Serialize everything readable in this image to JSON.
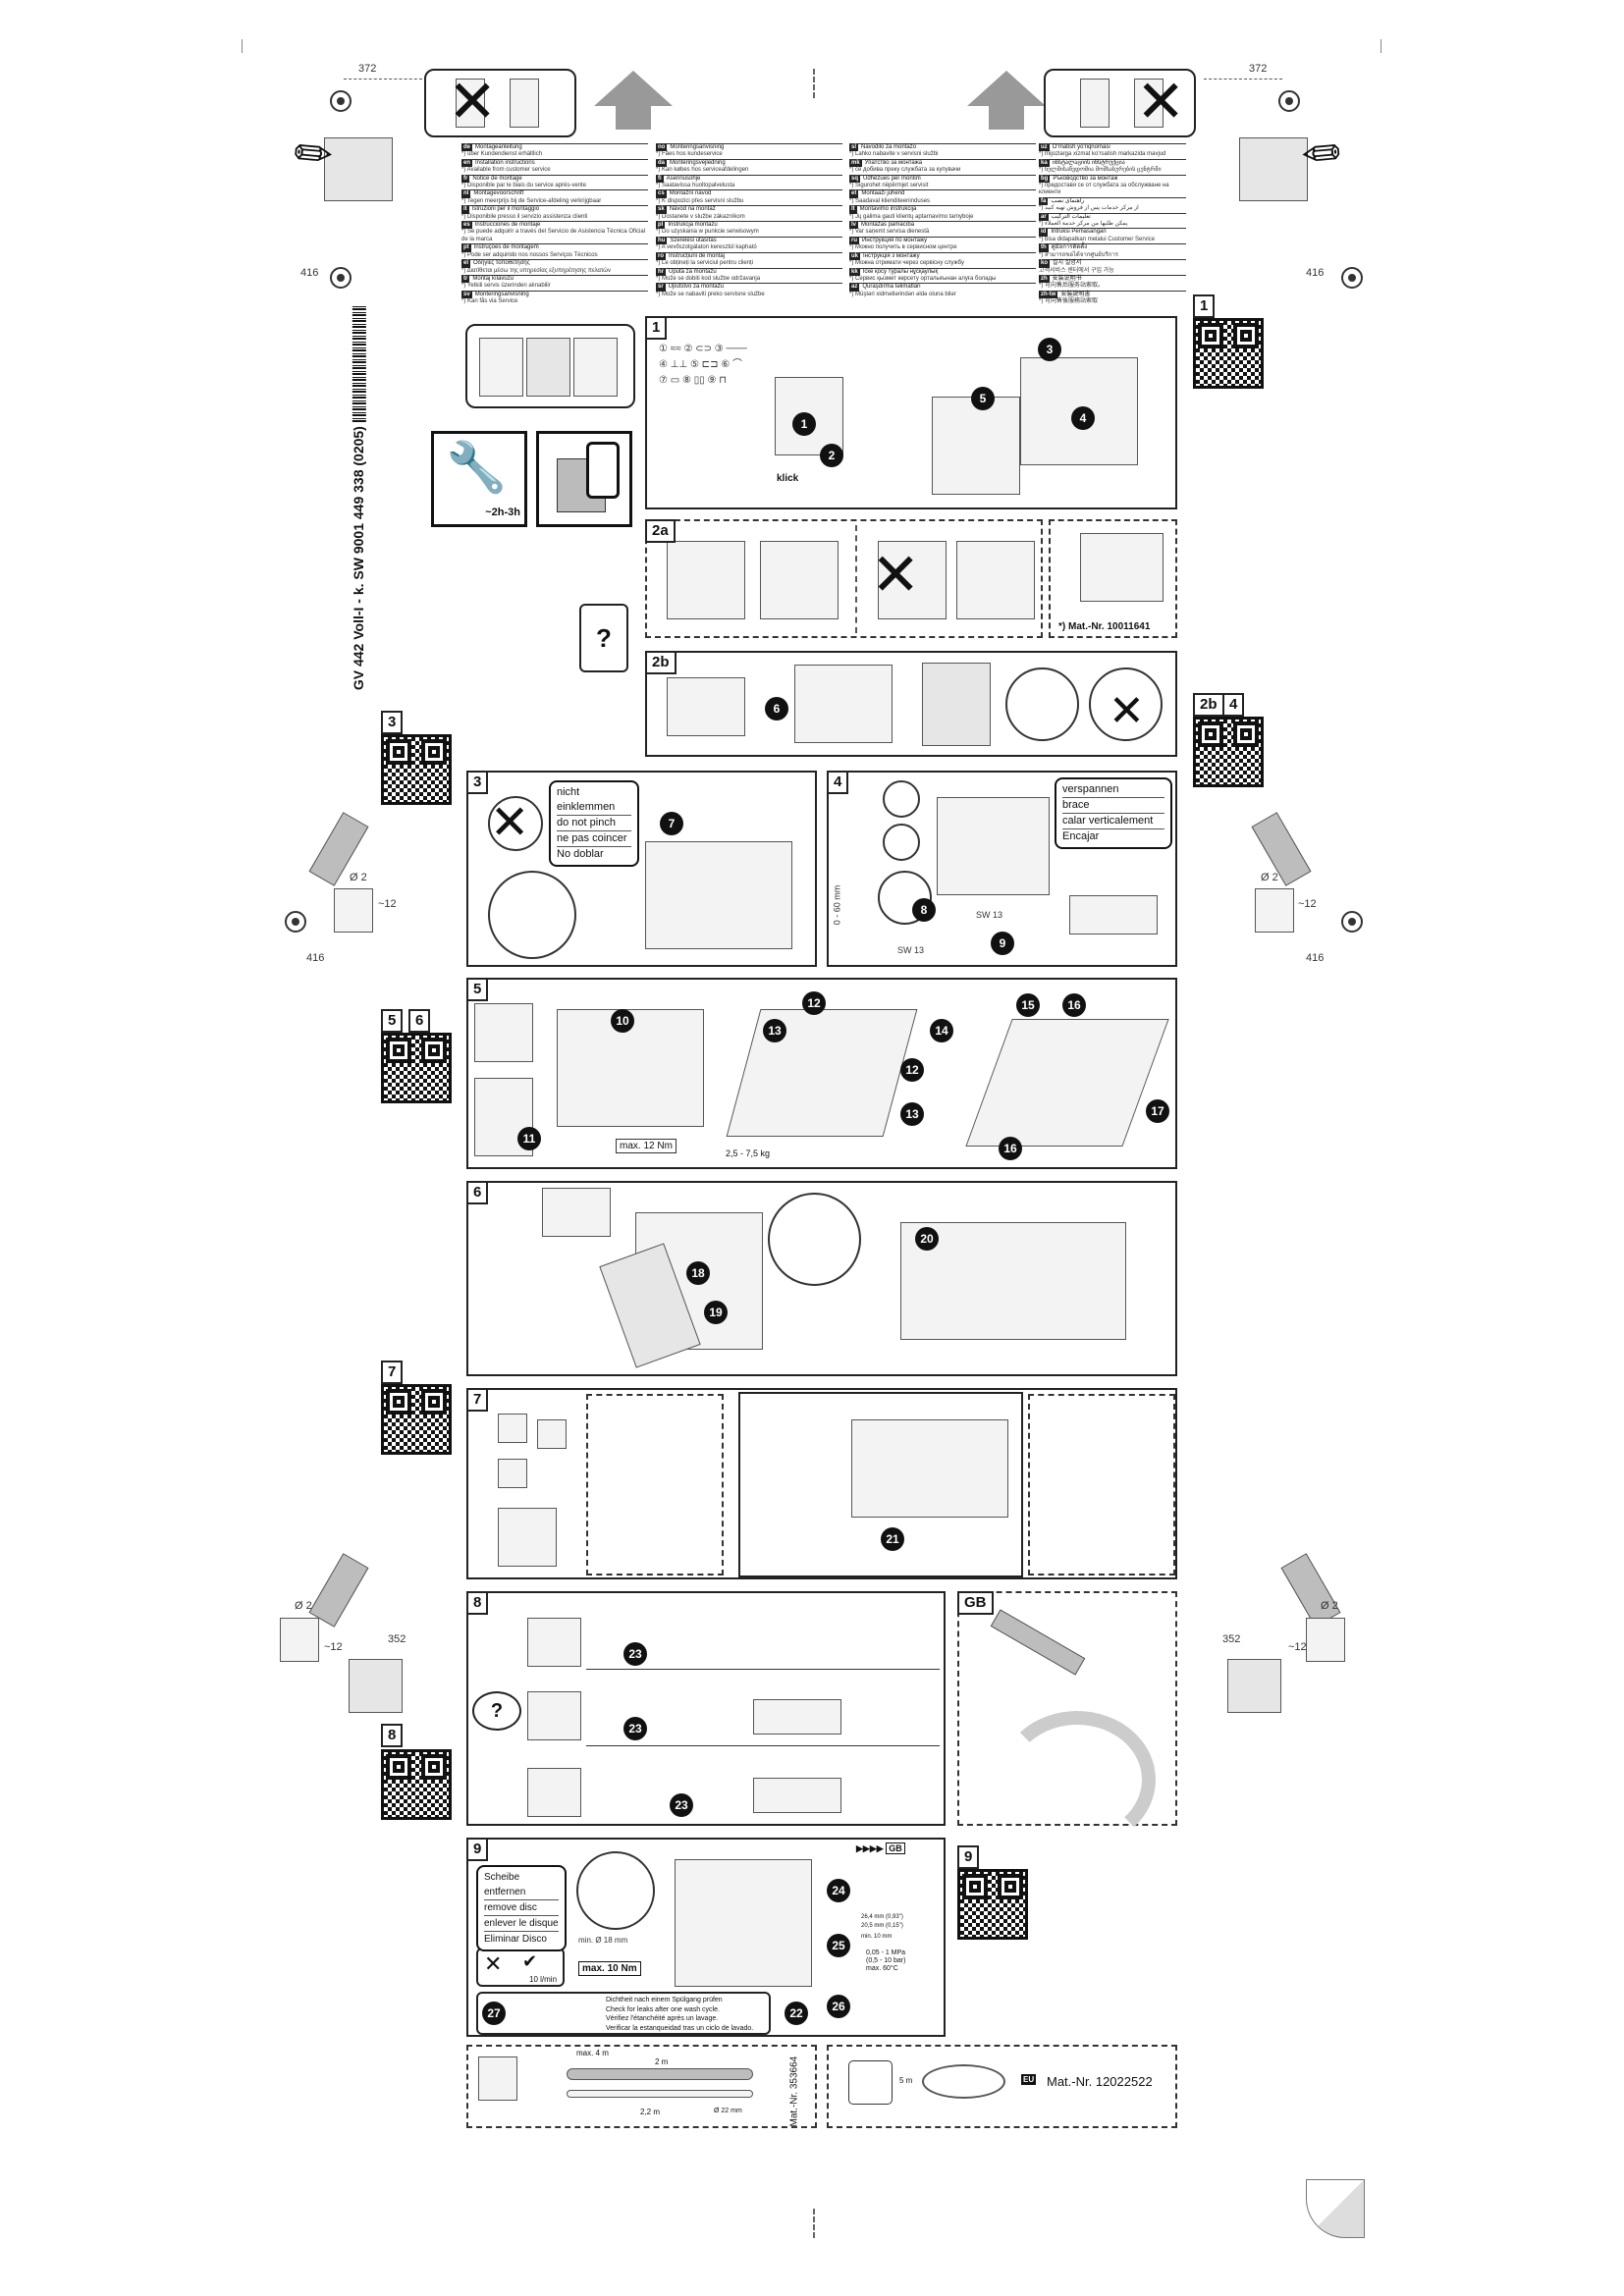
{
  "doc_code": "GV 442 Voll-I - k. SW  9001 449 338 (0205)",
  "dimensions": {
    "top": "372",
    "mid": "416",
    "lower": "416",
    "bottom": "352",
    "drill_dia": "Ø 2",
    "drill_depth": "~12"
  },
  "languages": [
    [
      {
        "code": "de",
        "title": "Montageanleitung",
        "note": "*) über Kundendienst erhältlich"
      },
      {
        "code": "en",
        "title": "Installation instructions",
        "note": "*) Available from customer service"
      },
      {
        "code": "fr",
        "title": "Notice de montage",
        "note": "*) Disponible par le biais du service après-vente"
      },
      {
        "code": "nl",
        "title": "Montagevoorschrift",
        "note": "*) Tegen meerprijs bij de Service-afdeling verkrijgbaar"
      },
      {
        "code": "it",
        "title": "Istruzioni per il montaggio",
        "note": "*) Disponibile presso il servizio assistenza clienti"
      },
      {
        "code": "es",
        "title": "Instrucciones de montaje",
        "note": "*) Se puede adquirir a través del Servicio de Asistencia Técnica Oficial de la marca"
      },
      {
        "code": "pt",
        "title": "Instruções de montagem",
        "note": "*) Pode ser adquirido nos nossos Serviços Técnicos"
      },
      {
        "code": "el",
        "title": "Οδηγίες τοποθέτησης",
        "note": "*) Διατίθεται μέσω της υπηρεσίας εξυπηρέτησης πελατών"
      },
      {
        "code": "tr",
        "title": "Montaj kılavuzu",
        "note": "*) Yetkili servis üzerinden alınabilir"
      },
      {
        "code": "sv",
        "title": "Monteringsanvisning",
        "note": "*) Kan fås via Service"
      }
    ],
    [
      {
        "code": "no",
        "title": "Monteringsanvisning",
        "note": "*) Fåes hos kundeservice"
      },
      {
        "code": "da",
        "title": "Monteringsvejledning",
        "note": "*) Kan købes hos serviceafdelingen"
      },
      {
        "code": "fi",
        "title": "Asennusohje",
        "note": "*) Saatavissa huoltopalvelusta"
      },
      {
        "code": "cs",
        "title": "Montážní návod",
        "note": "*) K dispozici přes servisní službu"
      },
      {
        "code": "sk",
        "title": "Návod na montáž",
        "note": "*) Dostanete v službe zákazníkom"
      },
      {
        "code": "pl",
        "title": "Instrukcja montażu",
        "note": "*) Do uzyskania w punkcie serwisowym"
      },
      {
        "code": "hu",
        "title": "Szerelési utasítás",
        "note": "*) A vevőszolgálaton keresztül kapható"
      },
      {
        "code": "ro",
        "title": "Instrucțiuni de montaj",
        "note": "*) Le obțineți la serviciul pentru clienți"
      },
      {
        "code": "hr",
        "title": "Uputa za montažu",
        "note": "*) Može se dobiti kod službe održavanja"
      },
      {
        "code": "sr",
        "title": "Uputstvo za montažu",
        "note": "*) Može se nabaviti preko servisne službe"
      }
    ],
    [
      {
        "code": "sl",
        "title": "Navodilo za montažo",
        "note": "*) Lahko nabavite v servisni službi"
      },
      {
        "code": "mk",
        "title": "Упатство за монтажа",
        "note": "*) се добива преку службата за купувачи"
      },
      {
        "code": "sq",
        "title": "Udhëzues për montim",
        "note": "*) Sigurohet nëpërmjet servisit"
      },
      {
        "code": "et",
        "title": "Montaaži juhend",
        "note": "*) Saadaval klienditeeninduses"
      },
      {
        "code": "lt",
        "title": "Montavimo instrukcija",
        "note": "*) Jų galima gauti klientų aptarnavimo tarnyboje"
      },
      {
        "code": "lv",
        "title": "Montāžas pamācība",
        "note": "*) Var saņemt servisa dienestā"
      },
      {
        "code": "ru",
        "title": "Инструкция по монтажу",
        "note": "*) Можно получить в сервисном центре"
      },
      {
        "code": "uk",
        "title": "Інструкція з монтажу",
        "note": "*) Можна отримати через сервісну службу"
      },
      {
        "code": "kk",
        "title": "Іске қосу туралы нұсқаулық",
        "note": "*) Сервис қызмет көрсету орталығынан алуға болады"
      },
      {
        "code": "az",
        "title": "Quraşdırma təlimatları",
        "note": "*) Müştəri xidmətlərindən əldə oluna bilər"
      }
    ],
    [
      {
        "code": "uz",
        "title": "O'rnatish yo'riqnomasi",
        "note": "*) mijozlarga xizmat ko'rsatish markazida mavjud"
      },
      {
        "code": "ka",
        "title": "ინსტალაციის ინსტრუქცია",
        "note": "*) ხელმისაწვდომია მომსახურების ცენტრში"
      },
      {
        "code": "bg",
        "title": "Ръководство за монтаж",
        "note": "*) предоставя се от службата за обслужване на клиенти"
      },
      {
        "code": "fa",
        "title": "راهنمای نصب",
        "note": "*) از مرکز خدمات پس از فروش تهیه کنید"
      },
      {
        "code": "ar",
        "title": "تعليمات التركيب",
        "note": "*) يمكن طلبها من مركز خدمة العملاء"
      },
      {
        "code": "id",
        "title": "Intruksi Pemasangan",
        "note": "*) bisa didapatkan melalui Customer Service"
      },
      {
        "code": "th",
        "title": "คู่มือการติดตั้ง",
        "note": "*) สามารถขอได้จากศูนย์บริการ"
      },
      {
        "code": "ko",
        "title": "설치 설명서",
        "note": "고객서비스 센터에서 구입 가능"
      },
      {
        "code": "zh",
        "title": "安装说明书",
        "note": "*) 可向售后服务站索取。"
      },
      {
        "code": "zh-tw",
        "title": "安裝說明書",
        "note": "*) 可向售後服務站索取"
      }
    ]
  ],
  "steps": {
    "s1": "1",
    "s2a": "2a",
    "s2b": "2b",
    "s3": "3",
    "s4": "4",
    "s5": "5",
    "s6": "6",
    "s7": "7",
    "s8": "8",
    "s9": "9",
    "gb": "GB"
  },
  "qr_labels": {
    "q1": "1",
    "q2b": "2b",
    "q4": "4",
    "q3": "3",
    "q5": "5",
    "q6": "6",
    "q7": "7",
    "q8": "8",
    "q9": "9"
  },
  "time_label": "~2h-3h",
  "question": "?",
  "click_label": "klick",
  "step3_labels": [
    "nicht einklemmen",
    "do not pinch",
    "ne pas coincer",
    "No doblar"
  ],
  "step4_labels": [
    "verspannen",
    "brace",
    "calar verticalement",
    "Encajar"
  ],
  "step4_wrench": [
    "SW 13",
    "SW 13"
  ],
  "step4_dim": "0 - 60 mm",
  "mat_2a": "*) Mat.-Nr. 10011641",
  "step5_labels": {
    "torque": "max. 12 Nm",
    "weight": "2,5 - 7,5 kg"
  },
  "step9_labels": {
    "disc": [
      "Scheibe entfernen",
      "remove disc",
      "enlever le disque",
      "Eliminar Disco"
    ],
    "torque": "max. 10 Nm",
    "flow": "10 l/min",
    "hose": "min. Ø 18 mm",
    "pressure": [
      "0,05 - 1 MPa",
      "(0,5 - 10 bar)",
      "max. 60°C"
    ],
    "leak": [
      "Dichtheit nach einem Spülgang prüfen",
      "Check for leaks after one wash cycle.",
      "Vérifiez l'étanchéité après un lavage.",
      "Verificar la estanqueidad tras un ciclo de lavado."
    ],
    "gb": "GB",
    "sizes": [
      "26,4 mm (0,93\")",
      "20,5 mm (0,15\")"
    ],
    "min": "min. 10 mm"
  },
  "hose_ext": {
    "a": "max. 4 m",
    "b": "2 m",
    "c": "2,2 m",
    "d": "Ø 22 mm",
    "mat": "Mat.-Nr. 353664"
  },
  "power_ext": {
    "len": "5 m",
    "eu": "EU",
    "mat": "Mat.-Nr. 12022522"
  },
  "markers": {
    "p1": [
      "1",
      "2",
      "3",
      "4",
      "5"
    ],
    "p2b": [
      "6"
    ],
    "p3": [
      "7"
    ],
    "p4": [
      "8",
      "9"
    ],
    "p5": [
      "10",
      "11",
      "12",
      "12",
      "13",
      "13",
      "14",
      "15",
      "16",
      "16",
      "17"
    ],
    "p6": [
      "18",
      "19",
      "20"
    ],
    "p7": [
      "21"
    ],
    "p8": [
      "23",
      "23",
      "23"
    ],
    "p9": [
      "22",
      "24",
      "25",
      "26",
      "27"
    ]
  }
}
